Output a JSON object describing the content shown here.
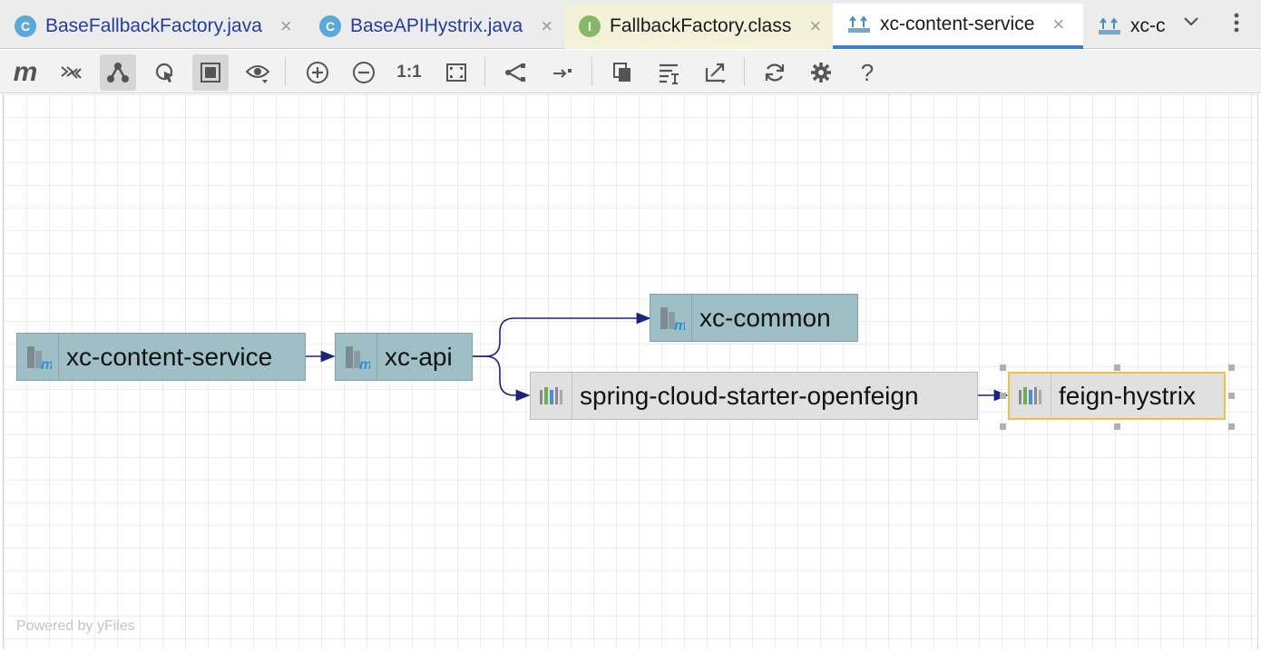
{
  "tabs": [
    {
      "label": "BaseFallbackFactory.java",
      "badge": "C"
    },
    {
      "label": "BaseAPIHystrix.java",
      "badge": "C"
    },
    {
      "label": "FallbackFactory.class",
      "badge": "I"
    },
    {
      "label": "xc-content-service"
    },
    {
      "label": "xc-c"
    }
  ],
  "toolbar": {
    "icons": [
      "maven-icon",
      "expand-collapse-icon",
      "layout-hierarchy-icon",
      "select-icon",
      "fit-content-icon",
      "visibility-icon",
      "zoom-in-icon",
      "zoom-out-icon",
      "actual-size-icon",
      "fit-page-icon",
      "edges-icon",
      "edge-arrow-icon",
      "copy-icon",
      "properties-icon",
      "export-icon",
      "refresh-icon",
      "settings-icon",
      "help-icon"
    ],
    "actual_size_label": "1:1",
    "help_label": "?",
    "maven_label": "m"
  },
  "graph": {
    "nodes": [
      {
        "id": "xc-content-service",
        "label": "xc-content-service",
        "kind": "module"
      },
      {
        "id": "xc-api",
        "label": "xc-api",
        "kind": "module"
      },
      {
        "id": "xc-common",
        "label": "xc-common",
        "kind": "module"
      },
      {
        "id": "spring-cloud-starter-openfeign",
        "label": "spring-cloud-starter-openfeign",
        "kind": "library"
      },
      {
        "id": "feign-hystrix",
        "label": "feign-hystrix",
        "kind": "library",
        "selected": true
      }
    ],
    "edges": [
      [
        "xc-content-service",
        "xc-api"
      ],
      [
        "xc-api",
        "xc-common"
      ],
      [
        "xc-api",
        "spring-cloud-starter-openfeign"
      ],
      [
        "spring-cloud-starter-openfeign",
        "feign-hystrix"
      ]
    ]
  },
  "footer": "Powered by yFiles",
  "colors": {
    "module_bg": "#9fbfc6",
    "library_bg": "#e0e0e0",
    "edge": "#1a237e",
    "selection": "#f0c040",
    "active_tab": "#3f7fc6"
  }
}
